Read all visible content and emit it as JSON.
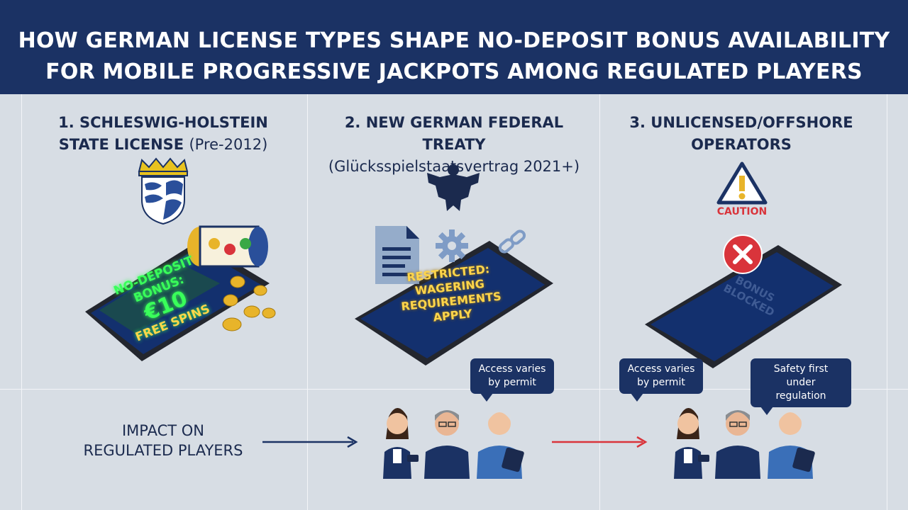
{
  "header": {
    "title_line1": "HOW GERMAN LICENSE TYPES SHAPE NO-DEPOSIT BONUS AVAILABILITY",
    "title_line2": "FOR MOBILE PROGRESSIVE JACKPOTS AMONG REGULATED PLAYERS"
  },
  "columns": [
    {
      "title_line1": "1. SCHLESWIG-HOLSTEIN",
      "title_line2_bold": "STATE LICENSE",
      "title_line2_light": "(Pre-2012)",
      "phone_text": [
        "NO-DEPOSIT",
        "BONUS:",
        "€10",
        "FREE SPINS"
      ],
      "icon": "coat-of-arms-icon"
    },
    {
      "title_line1": "2. NEW GERMAN FEDERAL TREATY",
      "title_line2_light": "(Glücksspielstaatsvertrag 2021+)",
      "phone_text": [
        "RESTRICTED:",
        "WAGERING",
        "REQUIREMENTS",
        "APPLY"
      ],
      "icon": "federal-eagle-icon"
    },
    {
      "title_line1": "3. UNLICENSED/OFFSHORE",
      "title_line2_bold": "OPERATORS",
      "caution_label": "CAUTION",
      "phone_text": [
        "BONUS",
        "BLOCKED"
      ],
      "icon": "warning-icon"
    }
  ],
  "impact": {
    "label_line1": "IMPACT ON",
    "label_line2": "REGULATED PLAYERS",
    "bubbles": [
      {
        "line1": "Access varies",
        "line2": "by permit"
      },
      {
        "line1": "Access varies",
        "line2": "by permit"
      },
      {
        "line1": "Safety first under",
        "line2": "regulation"
      }
    ]
  },
  "colors": {
    "navy": "#1b3264",
    "background": "#d7dde4",
    "bonus_green": "#39ff5a",
    "restricted_yellow": "#ffd54a",
    "alert_red": "#d9343b",
    "coin_gold": "#e8b42a"
  }
}
